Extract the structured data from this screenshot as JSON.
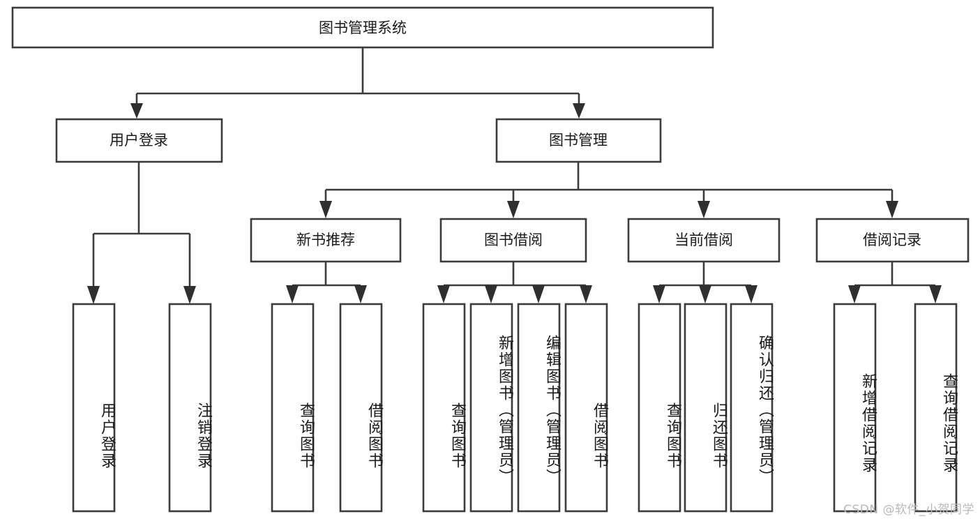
{
  "diagram": {
    "type": "tree-hierarchy",
    "title": "图书管理系统",
    "root": {
      "label": "图书管理系统",
      "id": "root-book-management-system"
    },
    "level2": [
      {
        "id": "user-login",
        "label": "用户登录"
      },
      {
        "id": "book-management",
        "label": "图书管理"
      }
    ],
    "level3": [
      {
        "id": "new-book-recommend",
        "label": "新书推荐",
        "parent": "book-management"
      },
      {
        "id": "book-borrow",
        "label": "图书借阅",
        "parent": "book-management"
      },
      {
        "id": "current-borrow",
        "label": "当前借阅",
        "parent": "book-management"
      },
      {
        "id": "borrow-record",
        "label": "借阅记录",
        "parent": "book-management"
      }
    ],
    "leaves": {
      "user-login": [
        {
          "id": "leaf-user-login",
          "label": "用户登录"
        },
        {
          "id": "leaf-logout-login",
          "label": "注销登录"
        }
      ],
      "new-book-recommend": [
        {
          "id": "leaf-query-book-1",
          "label": "查询图书"
        },
        {
          "id": "leaf-borrow-book-1",
          "label": "借阅图书"
        }
      ],
      "book-borrow": [
        {
          "id": "leaf-query-book-2",
          "label": "查询图书"
        },
        {
          "id": "leaf-add-book-admin",
          "label": "新增图书（管理员）"
        },
        {
          "id": "leaf-edit-book-admin",
          "label": "编辑图书（管理员）"
        },
        {
          "id": "leaf-borrow-book-2",
          "label": "借阅图书"
        }
      ],
      "current-borrow": [
        {
          "id": "leaf-query-book-3",
          "label": "查询图书"
        },
        {
          "id": "leaf-return-book",
          "label": "归还图书"
        },
        {
          "id": "leaf-confirm-return-admin",
          "label": "确认归还（管理员）"
        }
      ],
      "borrow-record": [
        {
          "id": "leaf-add-borrow-record",
          "label": "新增借阅记录"
        },
        {
          "id": "leaf-query-borrow-record",
          "label": "查询借阅记录"
        }
      ]
    },
    "watermark": "CSDN @软件_小贺同学",
    "colors": {
      "box_stroke": "#3b3b3b",
      "box_fill": "#ffffff",
      "connector": "#3b3b3b",
      "text": "#1a1a1a",
      "watermark": "#b9b9b9",
      "background": "#ffffff"
    }
  }
}
